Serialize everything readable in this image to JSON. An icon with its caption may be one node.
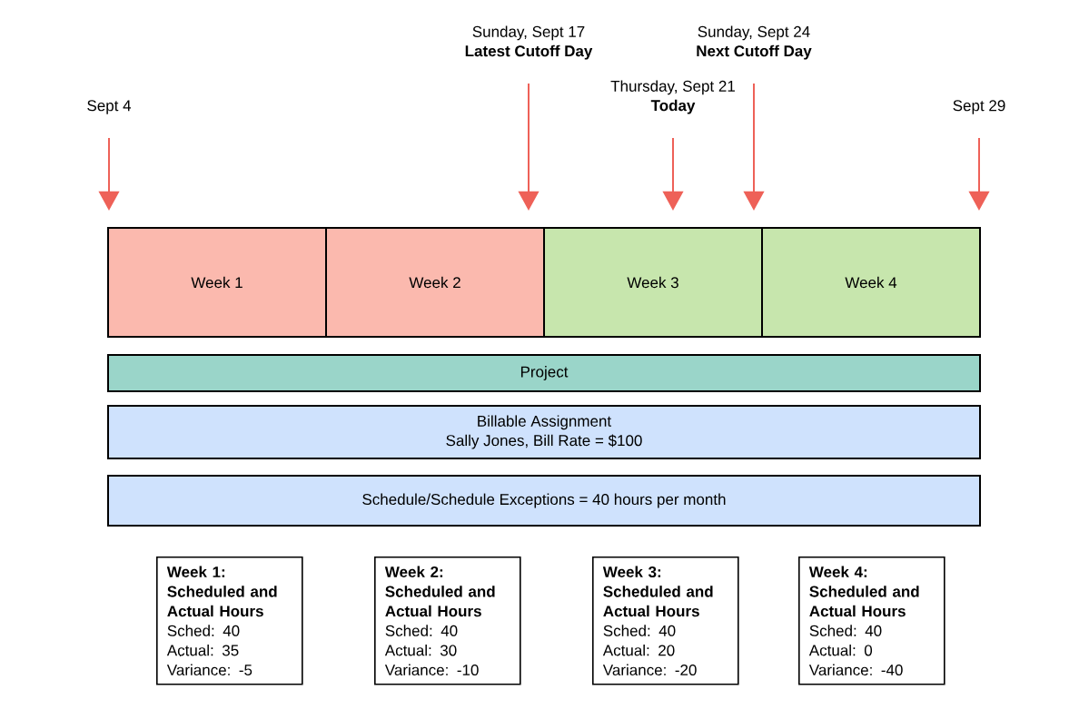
{
  "diagram": {
    "nodes": [
      {
        "text": [
          "Sept 4"
        ]
      },
      {
        "text": [
          "Sunday, Sept 17",
          "Latest Cutoff Day"
        ]
      },
      {
        "text": [
          "Thursday, Sept 21",
          "Today"
        ]
      },
      {
        "text": [
          "Sunday, Sept 24",
          "Next Cutoff Day"
        ]
      },
      {
        "text": [
          "Sept 29"
        ]
      },
      {
        "text": [
          "Week 1"
        ]
      },
      {
        "text": [
          "Week 2"
        ]
      },
      {
        "text": [
          "Week 3"
        ]
      },
      {
        "text": [
          "Week 4"
        ]
      },
      {
        "text": [
          "Project"
        ]
      },
      {
        "text": [
          "Billable Assignment",
          "Sally Jones, Bill Rate = $100"
        ]
      },
      {
        "text": [
          "Schedule/Schedule Exceptions = 40 hours per month"
        ]
      },
      {
        "text": [
          "Week 1: Scheduled and Actual Hours",
          "Sched: 40",
          "Actual: 35",
          "Variance: -5"
        ]
      },
      {
        "text": [
          "Week 2: Scheduled and Actual Hours",
          "Sched: 40",
          "Actual: 30",
          "Variance: -10"
        ]
      },
      {
        "text": [
          "Week 3: Scheduled and Actual Hours",
          "Sched: 40",
          "Actual: 20",
          "Variance: -20"
        ]
      },
      {
        "text": [
          "Week 4: Scheduled and Actual Hours",
          "Sched: 40",
          "Actual: 0",
          "Variance: -40"
        ]
      }
    ],
    "edges": [
      {
        "from": 0,
        "to": null,
        "arrow": "to"
      },
      {
        "from": 1,
        "to": null,
        "arrow": "to"
      },
      {
        "from": 2,
        "to": null,
        "arrow": "to"
      },
      {
        "from": 3,
        "to": null,
        "arrow": "to"
      },
      {
        "from": 4,
        "to": null,
        "arrow": "to"
      }
    ]
  }
}
